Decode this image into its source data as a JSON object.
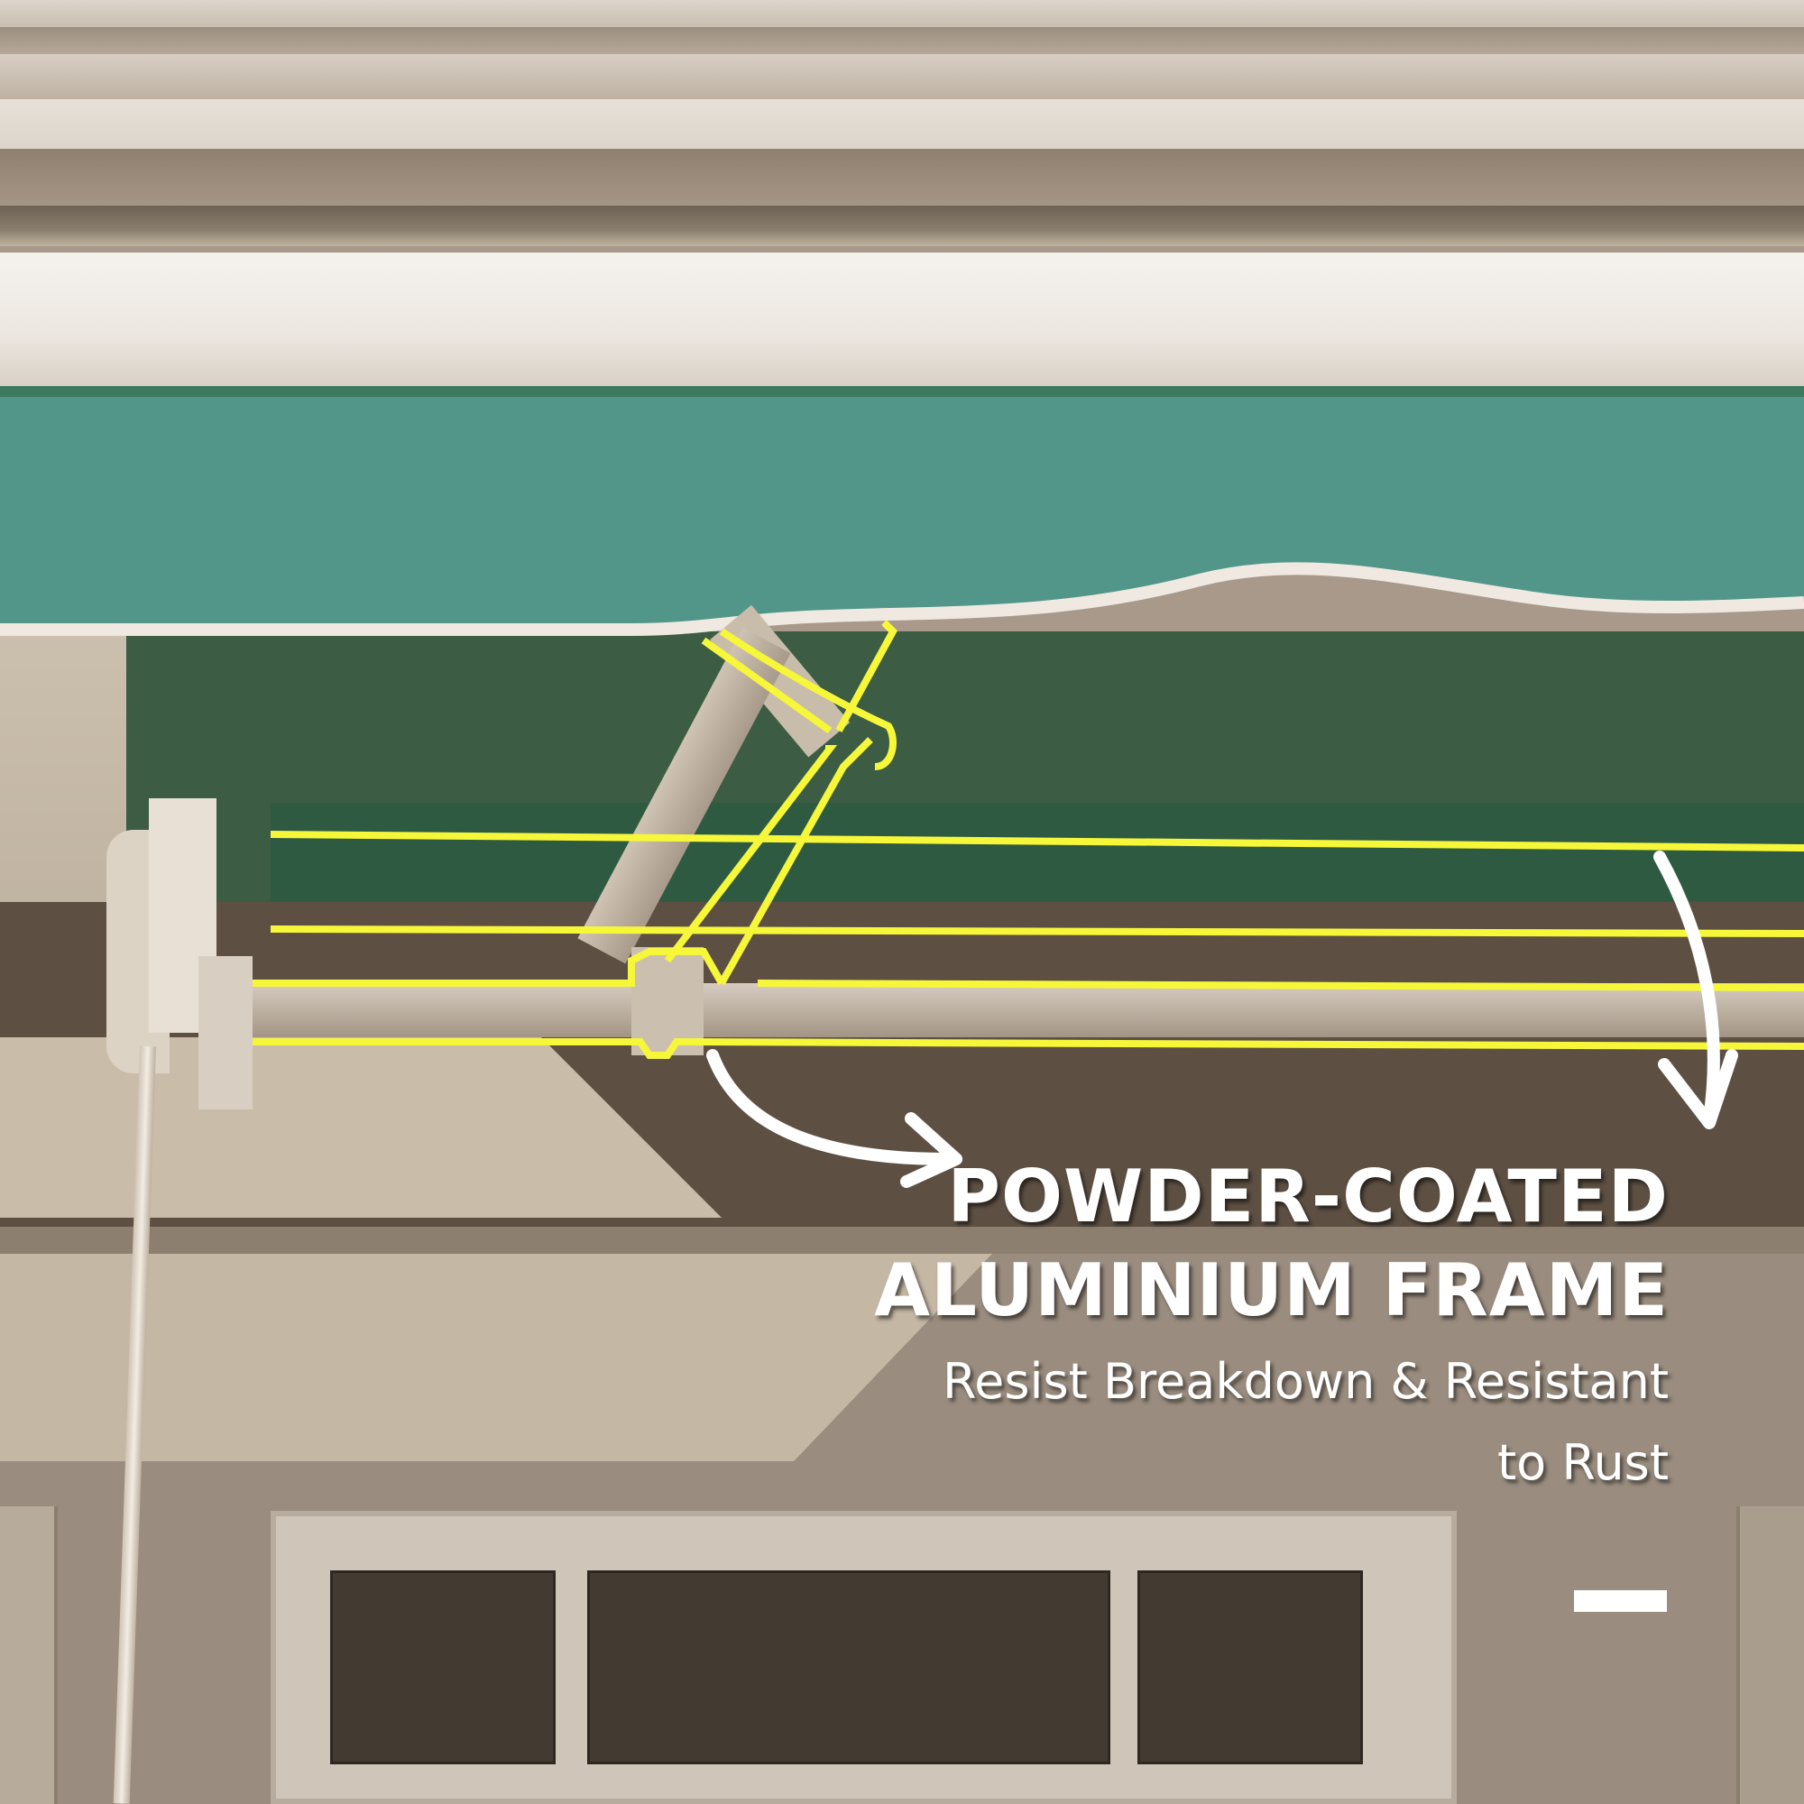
{
  "feature": {
    "headline_line1": "POWDER-COATED",
    "headline_line2": "ALUMINIUM FRAME",
    "subtitle_line1": "Resist Breakdown & Resistant",
    "subtitle_line2": "to Rust"
  },
  "colors": {
    "awning_green": "#52968a",
    "awning_edge": "#efe9e2",
    "highlight_outline": "#f7f73a",
    "frame_beige": "#d6ccbf",
    "text": "#ffffff"
  },
  "icons": [
    "curved-arrow-left",
    "curved-arrow-right"
  ],
  "page_indicator": "dash"
}
